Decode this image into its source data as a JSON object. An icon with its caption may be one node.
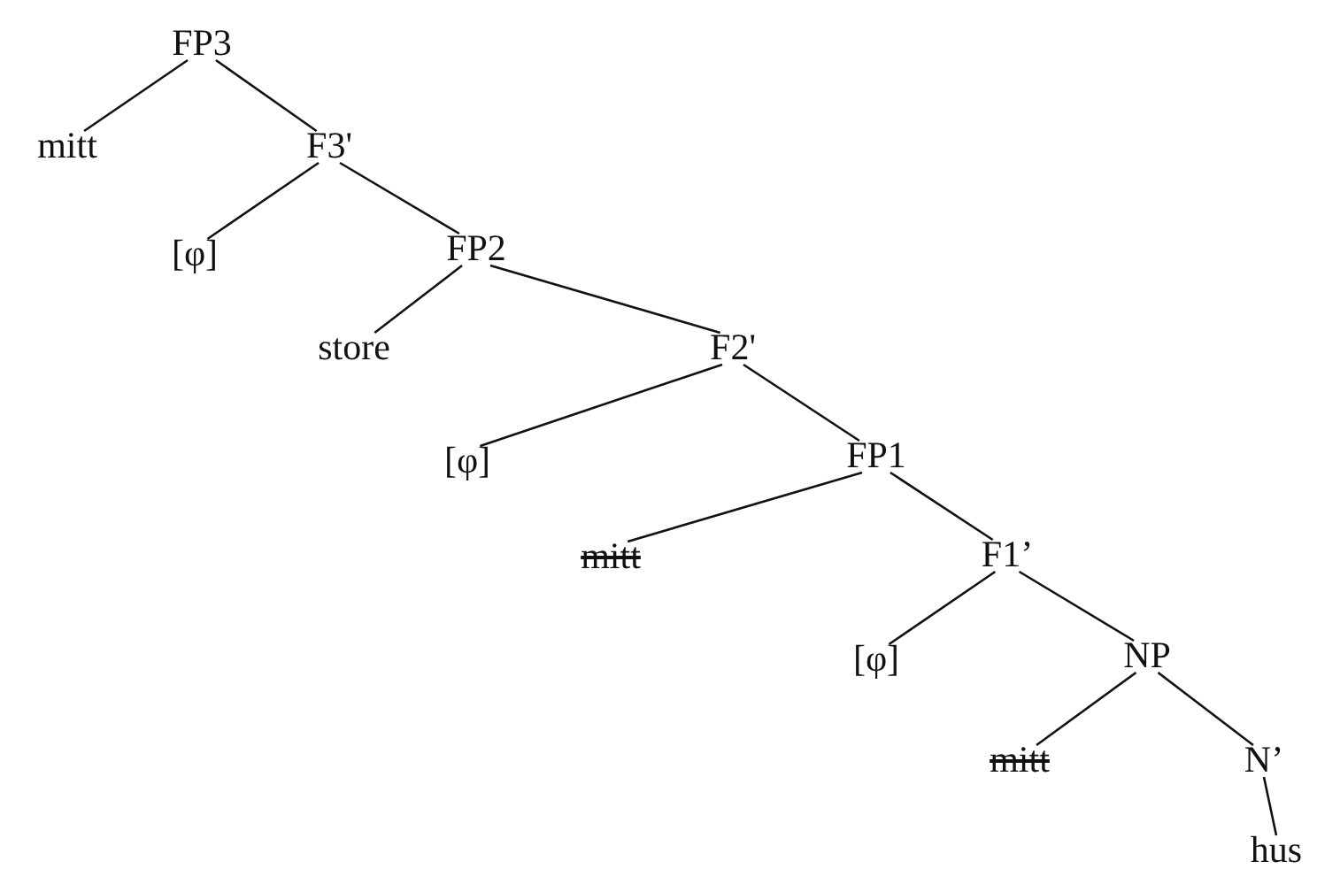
{
  "diagram": {
    "nodes": [
      {
        "text": [
          "FP3"
        ]
      },
      {
        "text": [
          "mitt"
        ]
      },
      {
        "text": [
          "F3'"
        ]
      },
      {
        "text": [
          "[φ]"
        ]
      },
      {
        "text": [
          "FP2"
        ]
      },
      {
        "text": [
          "store"
        ]
      },
      {
        "text": [
          "F2'"
        ]
      },
      {
        "text": [
          "[φ]"
        ]
      },
      {
        "text": [
          "FP1"
        ]
      },
      {
        "text": [
          "mitt"
        ]
      },
      {
        "text": [
          "F1’"
        ]
      },
      {
        "text": [
          "[φ]"
        ]
      },
      {
        "text": [
          "NP"
        ]
      },
      {
        "text": [
          "mitt"
        ]
      },
      {
        "text": [
          "N’"
        ]
      },
      {
        "text": [
          "hus"
        ]
      }
    ],
    "edges": [
      {
        "from": 0,
        "to": 1,
        "arrow": "none"
      },
      {
        "from": 0,
        "to": 2,
        "arrow": "none"
      },
      {
        "from": 2,
        "to": 3,
        "arrow": "none"
      },
      {
        "from": 2,
        "to": 4,
        "arrow": "none"
      },
      {
        "from": 4,
        "to": 5,
        "arrow": "none"
      },
      {
        "from": 4,
        "to": 6,
        "arrow": "none"
      },
      {
        "from": 6,
        "to": 7,
        "arrow": "none"
      },
      {
        "from": 6,
        "to": 8,
        "arrow": "none"
      },
      {
        "from": 8,
        "to": 9,
        "arrow": "none"
      },
      {
        "from": 8,
        "to": 10,
        "arrow": "none"
      },
      {
        "from": 10,
        "to": 11,
        "arrow": "none"
      },
      {
        "from": 10,
        "to": 12,
        "arrow": "none"
      },
      {
        "from": 12,
        "to": 13,
        "arrow": "none"
      },
      {
        "from": 12,
        "to": 14,
        "arrow": "none"
      },
      {
        "from": 14,
        "to": 15,
        "arrow": "none"
      }
    ]
  }
}
